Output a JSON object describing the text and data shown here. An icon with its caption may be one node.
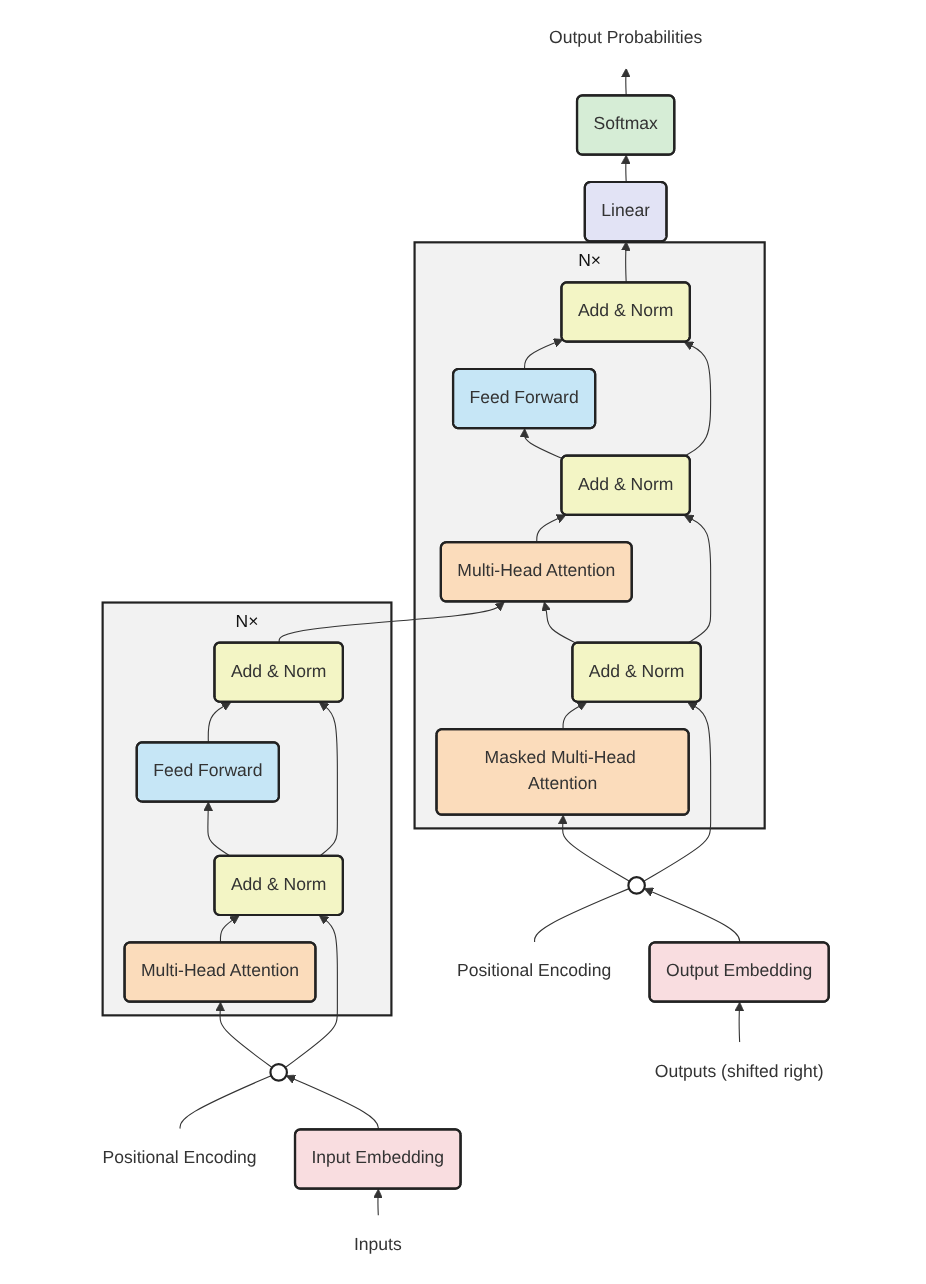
{
  "diagram": {
    "nodes": [
      {
        "text": [
          "N×"
        ]
      },
      {
        "text": [
          "Add & Norm"
        ],
        "in": 0
      },
      {
        "text": [
          "Feed Forward"
        ],
        "in": 0
      },
      {
        "text": [
          "Add & Norm"
        ],
        "in": 0
      },
      {
        "text": [
          "Multi-Head Attention"
        ],
        "in": 0
      },
      {
        "text": [
          "N×"
        ]
      },
      {
        "text": [
          "Add & Norm"
        ],
        "in": 5
      },
      {
        "text": [
          "Feed Forward"
        ],
        "in": 5
      },
      {
        "text": [
          "Add & Norm"
        ],
        "in": 5
      },
      {
        "text": [
          "Multi-Head Attention"
        ],
        "in": 5
      },
      {
        "text": [
          "Add & Norm"
        ],
        "in": 5
      },
      {
        "text": [
          "Masked Multi-Head Attention"
        ],
        "in": 5
      },
      {
        "text": [
          "Linear"
        ]
      },
      {
        "text": [
          "Softmax"
        ]
      },
      {
        "text": [
          "Output Probabilities"
        ]
      },
      {
        "text": [
          "Positional Encoding"
        ]
      },
      {
        "text": [],
        "shape": "circle"
      },
      {
        "text": [
          "Input Embedding"
        ]
      },
      {
        "text": [
          "Inputs"
        ]
      },
      {
        "text": [],
        "shape": "circle"
      },
      {
        "text": [
          "Positional Encoding"
        ]
      },
      {
        "text": [
          "Output Embedding"
        ]
      },
      {
        "text": [
          "Outputs (shifted right)"
        ]
      }
    ],
    "edges": [
      {
        "from": 18,
        "to": 17,
        "arrow": "to"
      },
      {
        "from": 17,
        "to": 16,
        "arrow": "to"
      },
      {
        "from": 15,
        "to": 16,
        "arrow": "none"
      },
      {
        "from": 16,
        "to": 4,
        "arrow": "to"
      },
      {
        "from": 16,
        "to": 3,
        "arrow": "to"
      },
      {
        "from": 4,
        "to": 3,
        "arrow": "to"
      },
      {
        "from": 3,
        "to": 2,
        "arrow": "to"
      },
      {
        "from": 3,
        "to": 1,
        "arrow": "to"
      },
      {
        "from": 2,
        "to": 1,
        "arrow": "to"
      },
      {
        "from": 1,
        "to": 9,
        "arrow": "to"
      },
      {
        "from": 22,
        "to": 21,
        "arrow": "to"
      },
      {
        "from": 21,
        "to": 19,
        "arrow": "to"
      },
      {
        "from": 20,
        "to": 19,
        "arrow": "none"
      },
      {
        "from": 19,
        "to": 11,
        "arrow": "to"
      },
      {
        "from": 19,
        "to": 10,
        "arrow": "to"
      },
      {
        "from": 11,
        "to": 10,
        "arrow": "to"
      },
      {
        "from": 10,
        "to": 9,
        "arrow": "to"
      },
      {
        "from": 10,
        "to": 8,
        "arrow": "to"
      },
      {
        "from": 9,
        "to": 8,
        "arrow": "to"
      },
      {
        "from": 8,
        "to": 7,
        "arrow": "to"
      },
      {
        "from": 8,
        "to": 6,
        "arrow": "to"
      },
      {
        "from": 7,
        "to": 6,
        "arrow": "to"
      },
      {
        "from": 6,
        "to": 12,
        "arrow": "to"
      },
      {
        "from": 12,
        "to": 13,
        "arrow": "to"
      },
      {
        "from": 13,
        "to": 14,
        "arrow": "to"
      }
    ]
  }
}
